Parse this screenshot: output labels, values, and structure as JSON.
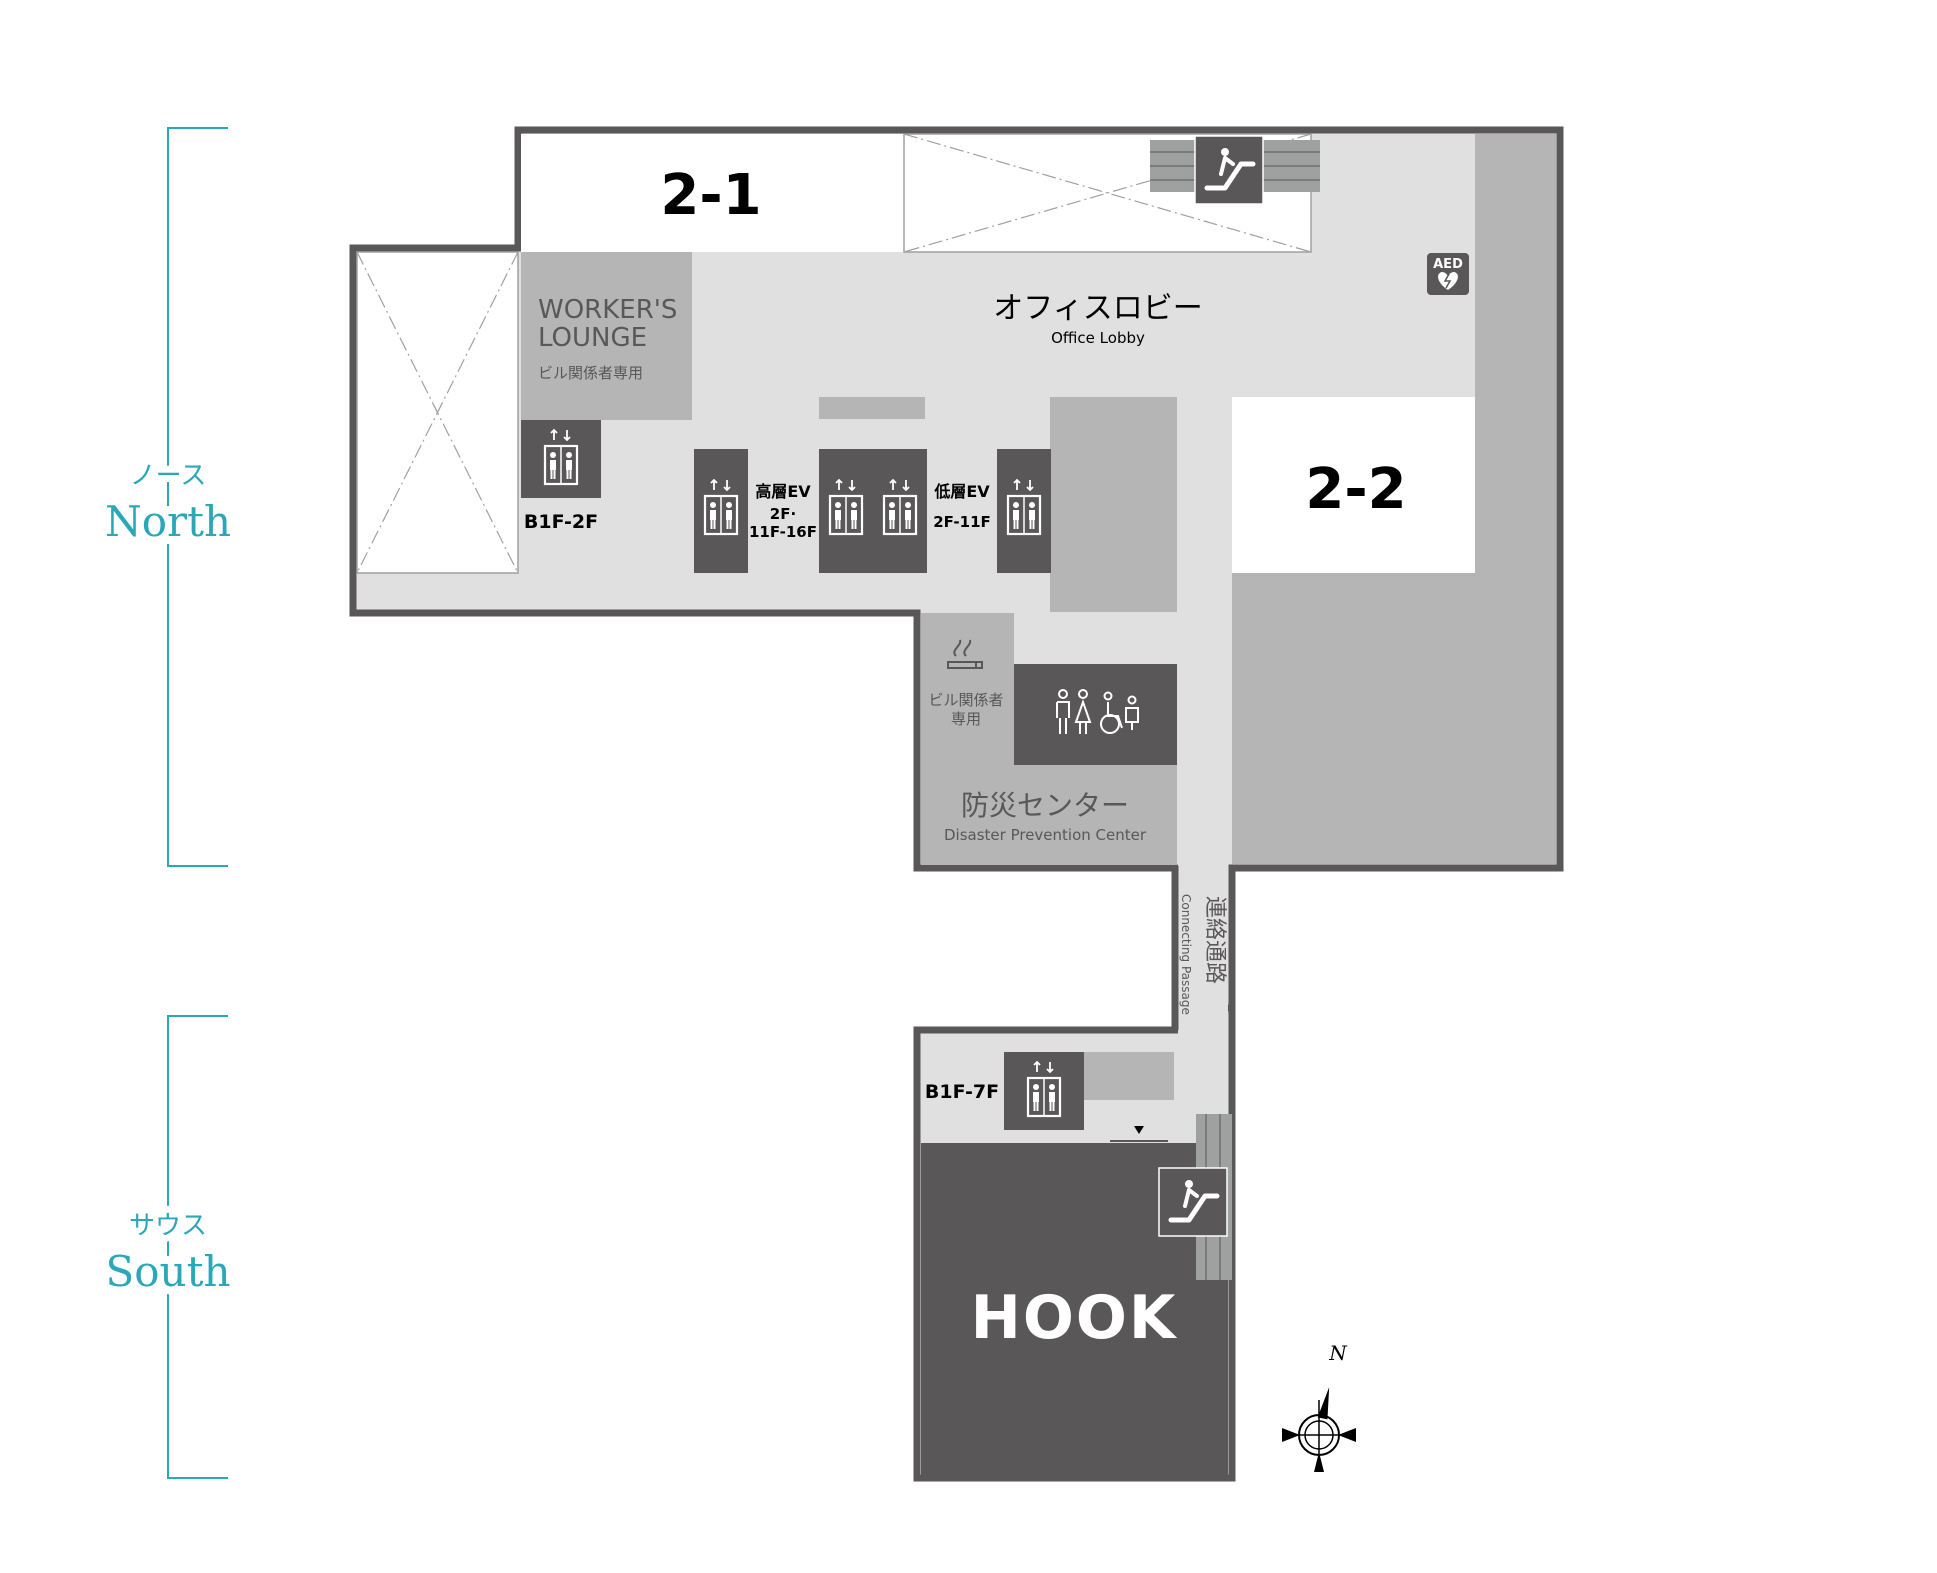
{
  "zones": {
    "north": {
      "label_jp": "ノース",
      "label_en": "North"
    },
    "south": {
      "label_jp": "サウス",
      "label_en": "South"
    }
  },
  "rooms": {
    "room_2_1": "2-1",
    "room_2_2": "2-2",
    "lounge_en_1": "WORKER'S",
    "lounge_en_2": "LOUNGE",
    "lounge_jp": "ビル関係者専用",
    "lobby_jp": "オフィスロビー",
    "lobby_en": "Office Lobby",
    "smoking_jp_1": "ビル関係者",
    "smoking_jp_2": "専用",
    "disaster_jp": "防災センター",
    "disaster_en": "Disaster Prevention Center",
    "passage_jp": "連絡通路",
    "passage_en": "Connecting Passage",
    "hook": "HOOK"
  },
  "elevators": {
    "ev_west": "B1F-2F",
    "high_title": "高層EV",
    "high_range_1": "2F·",
    "high_range_2": "11F-16F",
    "low_title": "低層EV",
    "low_range": "2F-11F",
    "ev_south": "B1F-7F"
  },
  "facilities": {
    "aed": "AED"
  },
  "compass": {
    "north": "N"
  },
  "colors": {
    "accent": "#2aa7b8",
    "wall": "#595757",
    "dark": "#595757",
    "mid": "#b5b5b5",
    "light": "#e0e0e1"
  }
}
